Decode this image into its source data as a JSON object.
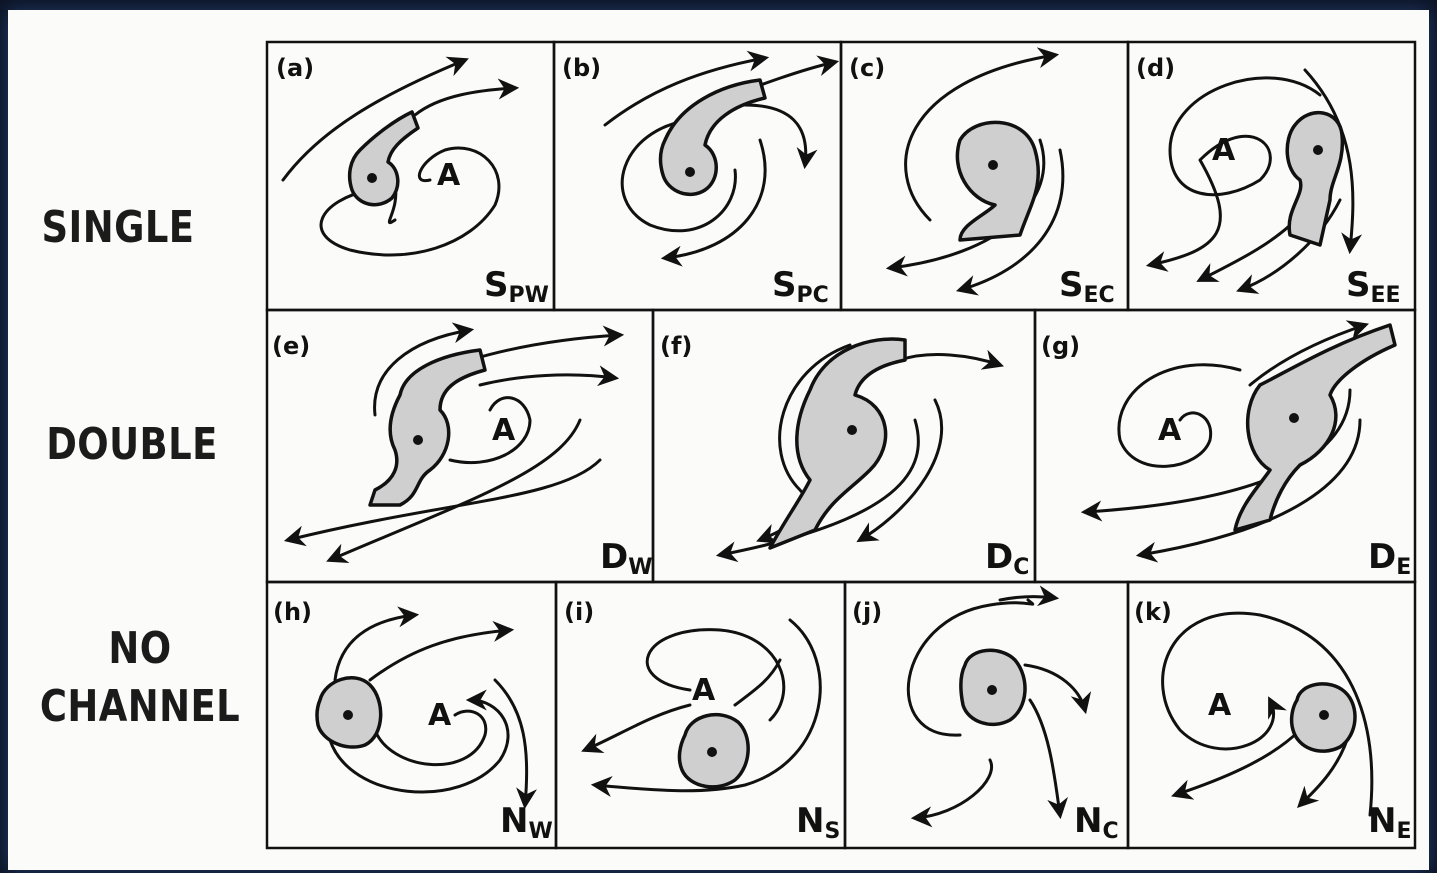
{
  "rows": [
    {
      "label": "SINGLE"
    },
    {
      "label": "DOUBLE"
    },
    {
      "label_line1": "NO",
      "label_line2": "CHANNEL"
    }
  ],
  "panels": [
    {
      "id": "a",
      "letter": "(a)",
      "code": "S",
      "sub": "PW"
    },
    {
      "id": "b",
      "letter": "(b)",
      "code": "S",
      "sub": "PC"
    },
    {
      "id": "c",
      "letter": "(c)",
      "code": "S",
      "sub": "EC"
    },
    {
      "id": "d",
      "letter": "(d)",
      "code": "S",
      "sub": "EE"
    },
    {
      "id": "e",
      "letter": "(e)",
      "code": "D",
      "sub": "W"
    },
    {
      "id": "f",
      "letter": "(f)",
      "code": "D",
      "sub": "C"
    },
    {
      "id": "g",
      "letter": "(g)",
      "code": "D",
      "sub": "E"
    },
    {
      "id": "h",
      "letter": "(h)",
      "code": "N",
      "sub": "W"
    },
    {
      "id": "i",
      "letter": "(i)",
      "code": "N",
      "sub": "S"
    },
    {
      "id": "j",
      "letter": "(j)",
      "code": "N",
      "sub": "C"
    },
    {
      "id": "k",
      "letter": "(k)",
      "code": "N",
      "sub": "E"
    }
  ],
  "anticyclone_label": "A",
  "colors": {
    "ink": "#111111",
    "cloud_shading": "#cfcfcf",
    "paper": "#fbfbf9",
    "background": "#0c1426"
  }
}
